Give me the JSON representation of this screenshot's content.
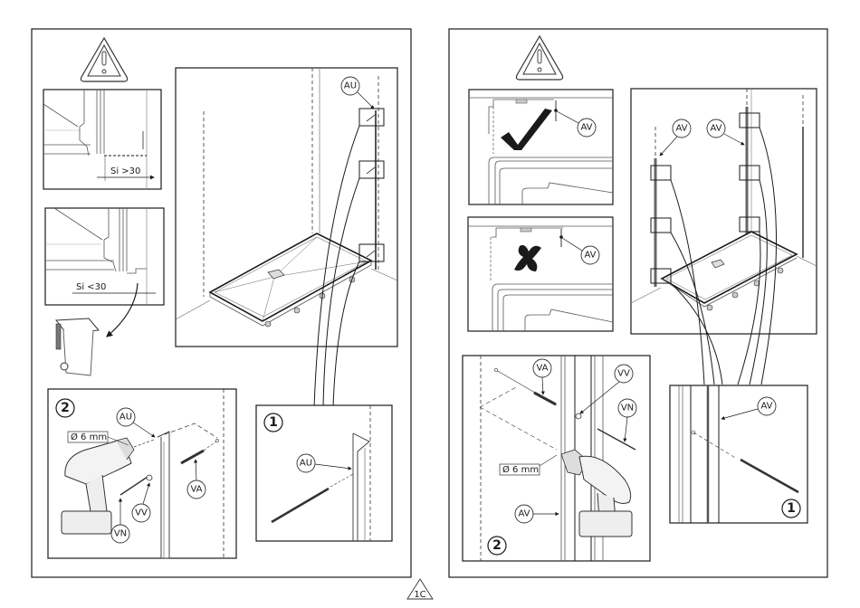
{
  "document": {
    "page_label": "1C",
    "colors": {
      "line": "#1a1a1a",
      "light_line": "#888888",
      "profile": "#555555",
      "background": "#ffffff"
    }
  },
  "left_panel": {
    "warning_icon": "warning-triangle-icon",
    "detail_ok": {
      "dimension_label": "Si >30"
    },
    "detail_bad": {
      "dimension_label": "Si <30",
      "discard_icon": "trash-bin-icon"
    },
    "overview": {
      "callouts": [
        "AU"
      ]
    },
    "step1": {
      "number": "1",
      "callouts": [
        "AU"
      ]
    },
    "step2": {
      "number": "2",
      "drill_label": "Ø 6 mm",
      "callouts": [
        "AU",
        "VA",
        "VV",
        "VN"
      ]
    }
  },
  "right_panel": {
    "warning_icon": "warning-triangle-icon",
    "detail_correct": {
      "mark_icon": "checkmark-icon",
      "callout": "AV"
    },
    "detail_wrong": {
      "mark_icon": "cross-icon",
      "callout": "AV"
    },
    "overview": {
      "callouts": [
        "AV",
        "AV"
      ]
    },
    "step1": {
      "number": "1",
      "callouts": [
        "AV"
      ]
    },
    "step2": {
      "number": "2",
      "drill_label": "Ø 6 mm",
      "callouts": [
        "VA",
        "VV",
        "VN",
        "AV"
      ]
    }
  }
}
